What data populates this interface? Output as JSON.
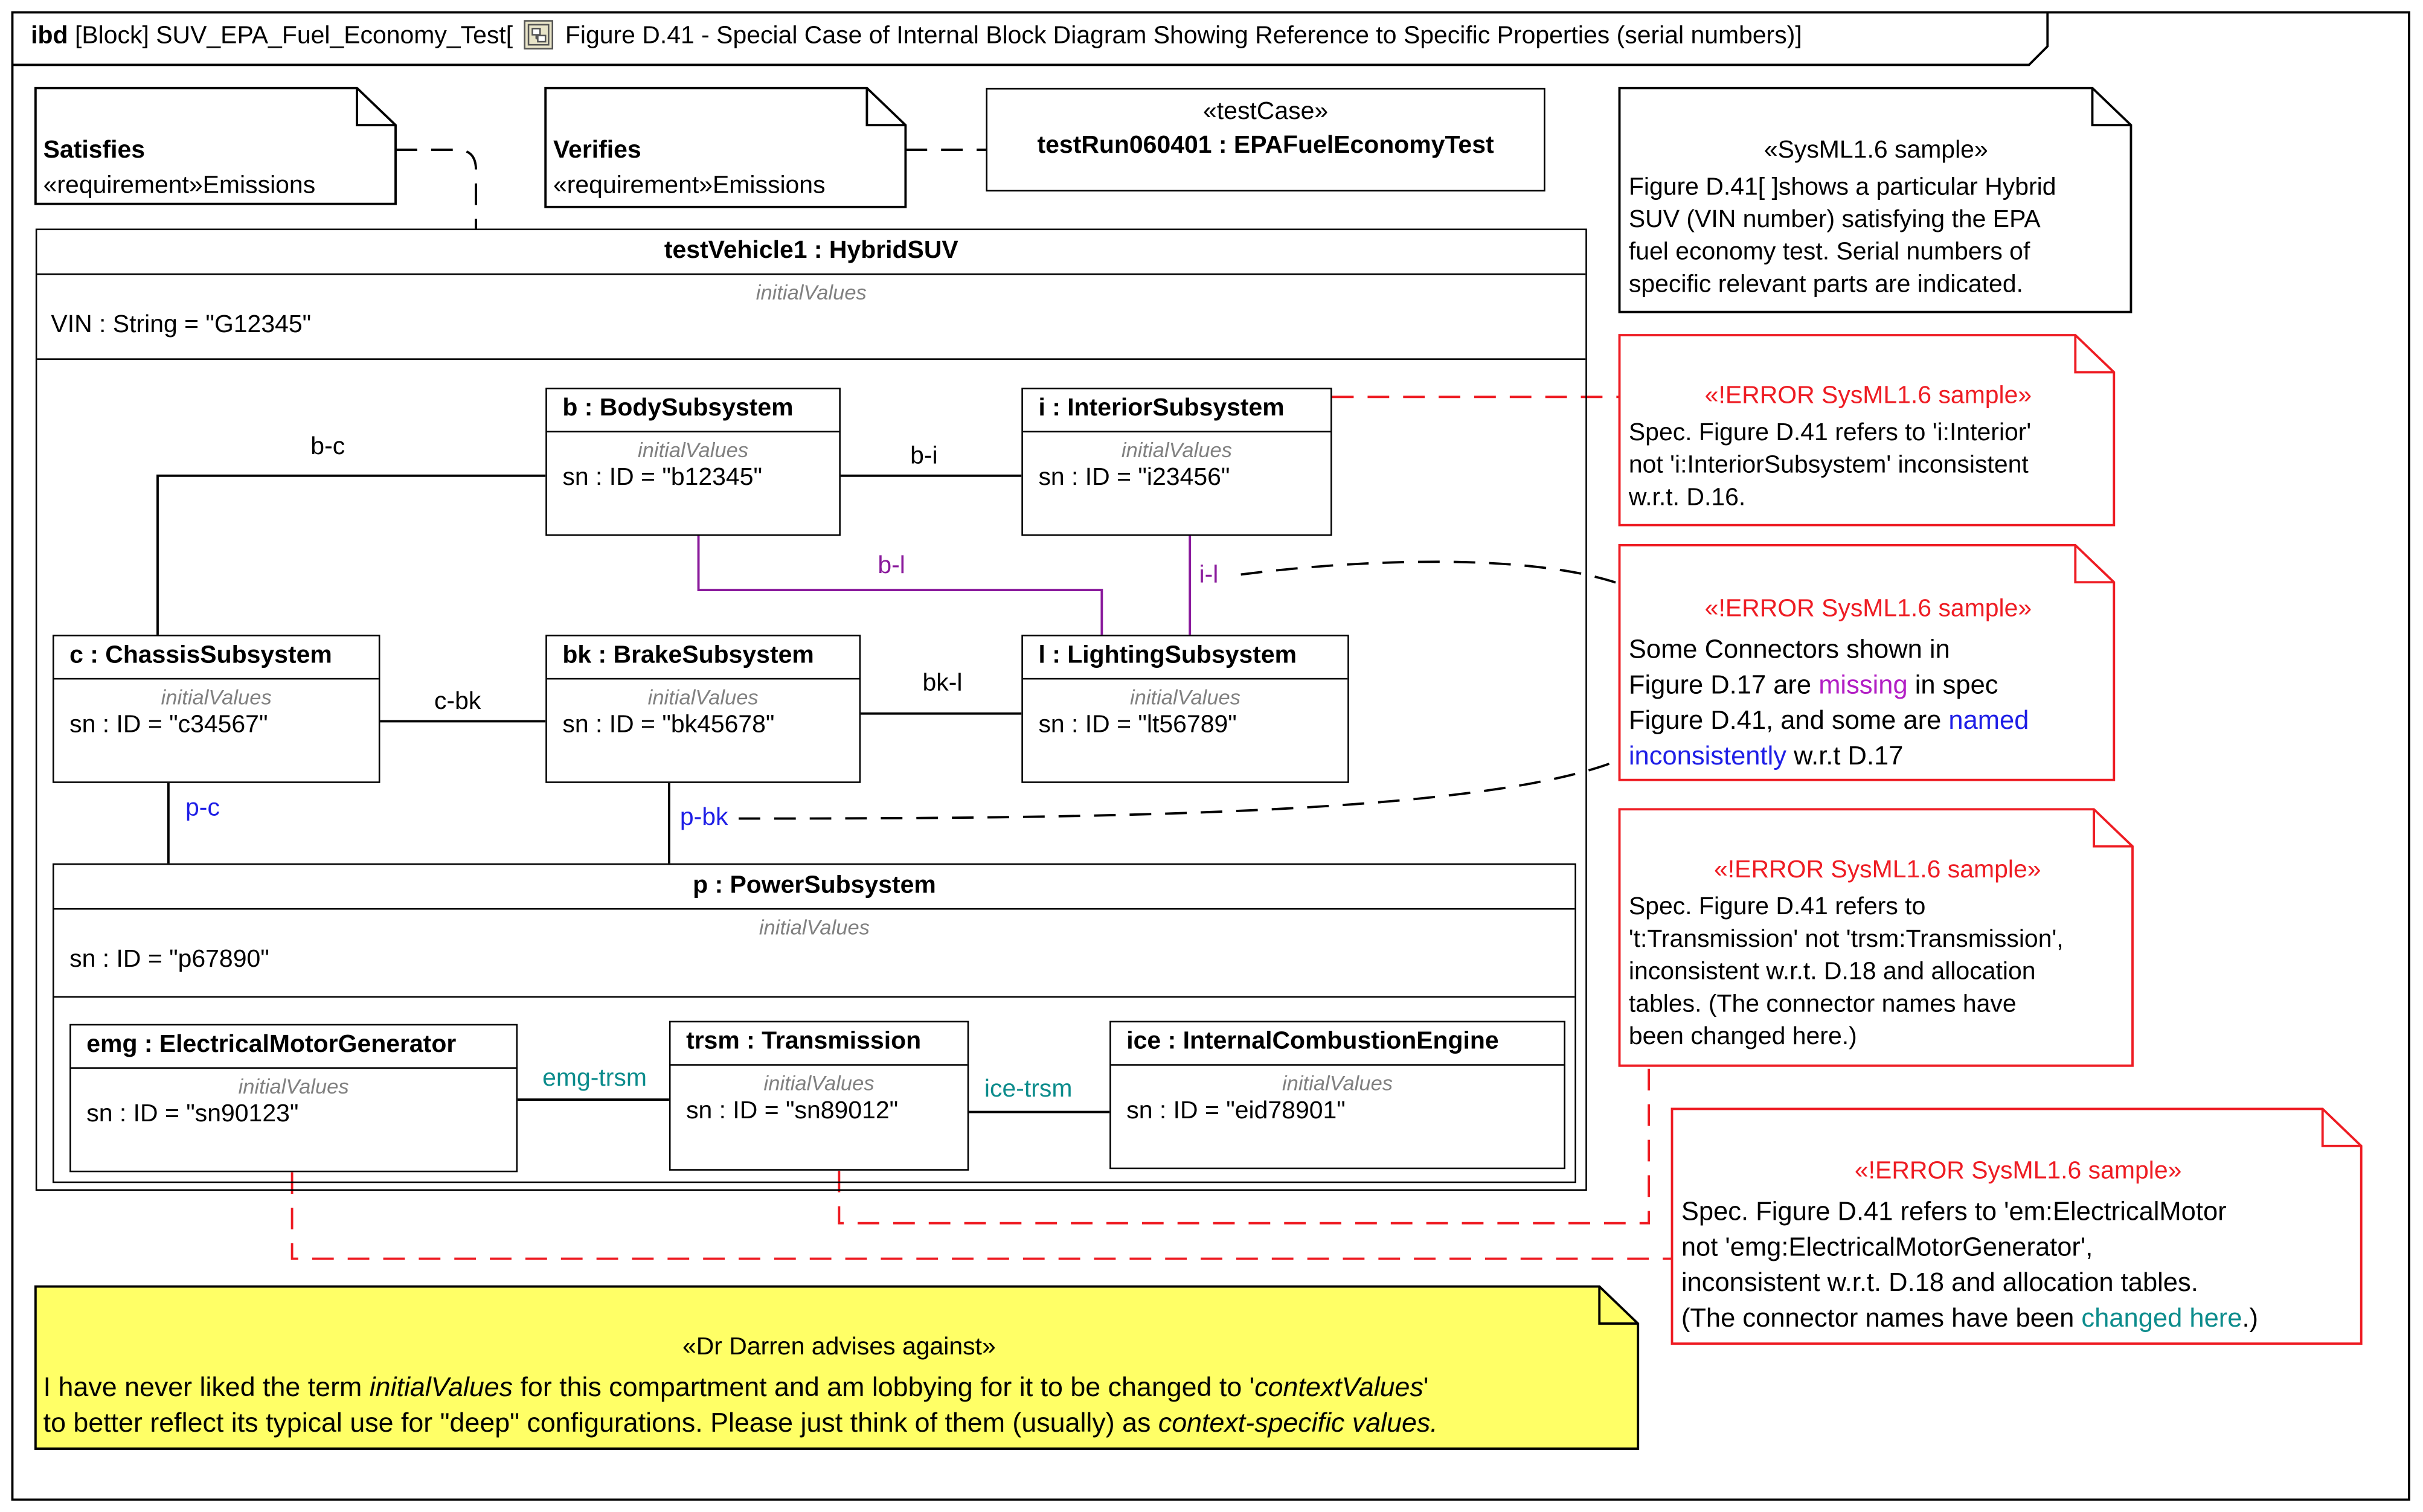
{
  "frame": {
    "kind": "ibd",
    "type": "[Block]",
    "name": "SUV_EPA_Fuel_Economy_Test[",
    "diagram_title": "Figure D.41 - Special Case of Internal Block Diagram Showing Reference to Specific Properties (serial numbers)]"
  },
  "satisfies_note": {
    "title": "Satisfies",
    "text": "«requirement»Emissions"
  },
  "verifies_note": {
    "title": "Verifies",
    "text": "«requirement»Emissions"
  },
  "test_case": {
    "stereotype": "«testCase»",
    "name": "testRun060401 : EPAFuelEconomyTest"
  },
  "test_vehicle": {
    "name": "testVehicle1 : HybridSUV",
    "compartment": "initialValues",
    "value": "VIN : String = \"G12345\""
  },
  "parts": {
    "body": {
      "name": "b : BodySubsystem",
      "compartment": "initialValues",
      "value": "sn : ID = \"b12345\""
    },
    "interior": {
      "name": "i : InteriorSubsystem",
      "compartment": "initialValues",
      "value": "sn : ID = \"i23456\""
    },
    "chassis": {
      "name": "c : ChassisSubsystem",
      "compartment": "initialValues",
      "value": "sn : ID = \"c34567\""
    },
    "brake": {
      "name": "bk : BrakeSubsystem",
      "compartment": "initialValues",
      "value": "sn : ID = \"bk45678\""
    },
    "lighting": {
      "name": "l : LightingSubsystem",
      "compartment": "initialValues",
      "value": "sn : ID = \"lt56789\""
    },
    "power": {
      "name": "p : PowerSubsystem",
      "compartment": "initialValues",
      "value": "sn : ID = \"p67890\""
    },
    "emg": {
      "name": "emg : ElectricalMotorGenerator",
      "compartment": "initialValues",
      "value": "sn : ID = \"sn90123\""
    },
    "trsm": {
      "name": "trsm : Transmission",
      "compartment": "initialValues",
      "value": "sn : ID = \"sn89012\""
    },
    "ice": {
      "name": "ice : InternalCombustionEngine",
      "compartment": "initialValues",
      "value": "sn : ID = \"eid78901\""
    }
  },
  "connectors": {
    "b_c": "b-c",
    "b_i": "b-i",
    "b_l": "b-l",
    "i_l": "i-l",
    "c_bk": "c-bk",
    "bk_l": "bk-l",
    "p_c": "p-c",
    "p_bk": "p-bk",
    "emg_trsm": "emg-trsm",
    "ice_trsm": "ice-trsm"
  },
  "sample_note": {
    "stereotype": "«SysML1.6 sample»",
    "lines": [
      "Figure D.41[ ]shows a particular Hybrid",
      "SUV (VIN number) satisfying the EPA",
      "fuel economy test. Serial numbers of",
      "specific relevant parts are indicated."
    ]
  },
  "error_note_1": {
    "stereotype": "«!ERROR SysML1.6 sample»",
    "lines": [
      "Spec. Figure D.41 refers to 'i:Interior'",
      "not 'i:InteriorSubsystem' inconsistent",
      "w.r.t. D.16."
    ]
  },
  "error_note_2": {
    "stereotype": "«!ERROR SysML1.6 sample»",
    "line1": "Some Connectors shown in",
    "line2_a": "Figure D.17 are ",
    "line2_b": "missing",
    "line2_c": " in spec",
    "line3_a": "Figure D.41, and some are ",
    "line3_b": "named",
    "line4_a": "inconsistently",
    "line4_b": " w.r.t D.17"
  },
  "error_note_3": {
    "stereotype": "«!ERROR SysML1.6 sample»",
    "lines": [
      "Spec. Figure D.41 refers to",
      "'t:Transmission' not 'trsm:Transmission',",
      "inconsistent w.r.t. D.18 and allocation",
      "tables. (The connector names have",
      "been changed here.)"
    ]
  },
  "error_note_4": {
    "stereotype": "«!ERROR SysML1.6 sample»",
    "line1": "Spec. Figure D.41 refers to 'em:ElectricalMotor",
    "line2": "not 'emg:ElectricalMotorGenerator',",
    "line3": "inconsistent w.r.t. D.18 and allocation tables.",
    "line4_a": "(The connector names have been ",
    "line4_b": "changed here",
    "line4_c": ".)"
  },
  "advice_note": {
    "stereotype": "«Dr Darren advises against»",
    "line1_a": "I have never liked the term ",
    "line1_b": "initialValues",
    "line1_c": " for this compartment and am lobbying for it to be changed to '",
    "line1_d": "contextValues",
    "line1_e": "'",
    "line2_a": "to better reflect its typical use for \"deep\" configurations. Please just think of them (usually) as ",
    "line2_b": "context-specific values."
  },
  "colors": {
    "error_red": "#ee1c23",
    "missing_purple": "#b21ec4",
    "named_blue": "#1e1ee6",
    "changed_teal": "#0c8c8c",
    "advice_yellow": "#ffff66",
    "compartment_gray": "#808080"
  }
}
